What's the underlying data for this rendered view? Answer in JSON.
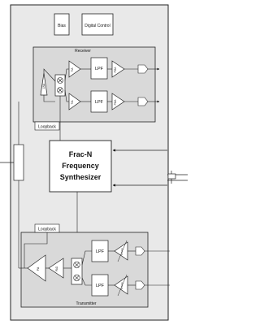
{
  "blocks": {
    "bias": "Bias",
    "digital_control": "Digital Control",
    "receiver": "Receiver",
    "transmitter": "Transmitter",
    "loopback_rx": "Loopback",
    "loopback_tx": "Loopback",
    "synth_line1": "Frac-N",
    "synth_line2": "Frequency",
    "synth_line3": "Synthesizer",
    "lpf_rx_1": "LPF",
    "lpf_rx_2": "LPF",
    "lpf_tx_1": "LPF",
    "lpf_tx_2": "LPF",
    "lna": "LNA",
    "tia_1": "TIA",
    "tia_2": "TIA",
    "pga_1": "PGA",
    "pga_2": "PGA",
    "pa": "PA",
    "pad": "PAD",
    "tx_amp_1": "Tx Amp",
    "tx_amp_2": "Tx Amp"
  },
  "colors": {
    "outer_fill": "#e9e9e9",
    "block_fill": "#d9d9d9",
    "white": "#ffffff",
    "line": "#222222"
  }
}
